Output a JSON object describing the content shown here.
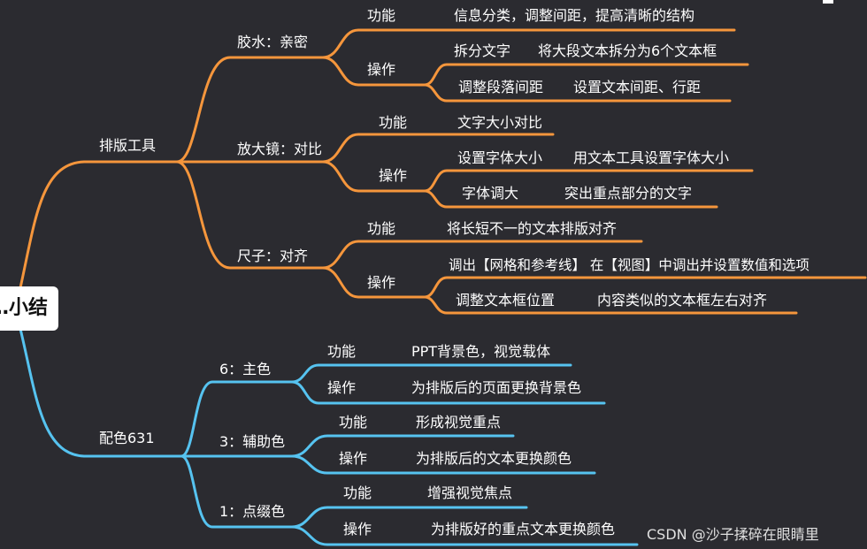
{
  "colors": {
    "background": "#2b2b30",
    "branch_orange": "#f5963c",
    "branch_blue": "#56c3f0",
    "root_bg": "#ffffff"
  },
  "root": {
    "label": "…小结"
  },
  "branches": [
    {
      "label": "排版工具",
      "children": [
        {
          "label": "胶水：亲密",
          "function": {
            "label": "功能",
            "text": "信息分类，调整间距，提高清晰的结构"
          },
          "operation": {
            "label": "操作",
            "items": [
              {
                "a": "拆分文字",
                "b": "将大段文本拆分为6个文本框"
              },
              {
                "a": "调整段落间距",
                "b": "设置文本间距、行距"
              }
            ]
          }
        },
        {
          "label": "放大镜：对比",
          "function": {
            "label": "功能",
            "text": "文字大小对比"
          },
          "operation": {
            "label": "操作",
            "items": [
              {
                "a": "设置字体大小",
                "b": "用文本工具设置字体大小"
              },
              {
                "a": "字体调大",
                "b": "突出重点部分的文字"
              }
            ]
          }
        },
        {
          "label": "尺子：对齐",
          "function": {
            "label": "功能",
            "text": "将长短不一的文本排版对齐"
          },
          "operation": {
            "label": "操作",
            "items": [
              {
                "a": "调出【网格和参考线】 在【视图】中调出并设置数值和选项",
                "b": ""
              },
              {
                "a": "调整文本框位置",
                "b": "内容类似的文本框左右对齐"
              }
            ]
          }
        }
      ]
    },
    {
      "label": "配色631",
      "children": [
        {
          "label": "6：主色",
          "function": {
            "label": "功能",
            "text": "PPT背景色，视觉载体"
          },
          "operation": {
            "label": "操作",
            "text": "为排版后的页面更换背景色"
          }
        },
        {
          "label": "3：辅助色",
          "function": {
            "label": "功能",
            "text": "形成视觉重点"
          },
          "operation": {
            "label": "操作",
            "text": "为排版后的文本更换颜色"
          }
        },
        {
          "label": "1：点缀色",
          "function": {
            "label": "功能",
            "text": "增强视觉焦点"
          },
          "operation": {
            "label": "操作",
            "text": "为排版好的重点文本更换颜色"
          }
        }
      ]
    }
  ],
  "watermark": "CSDN @沙子揉碎在眼睛里"
}
